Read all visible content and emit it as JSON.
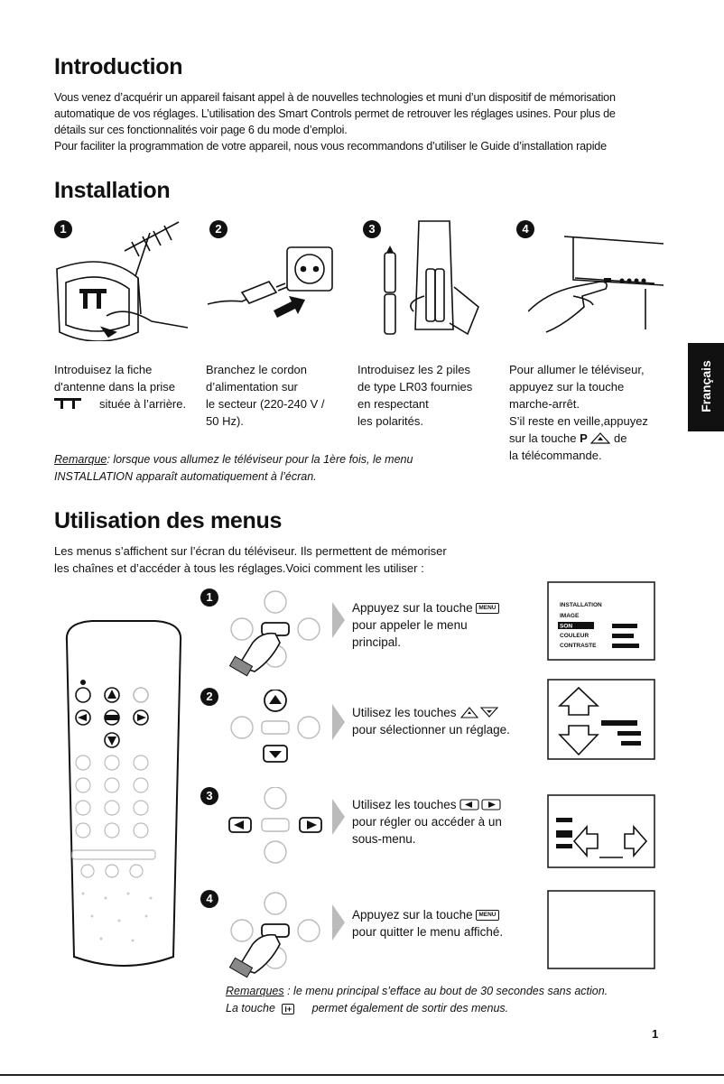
{
  "introduction": {
    "heading": "Introduction",
    "lines": [
      "Vous venez d’acquérir un appareil faisant appel à de nouvelles technologies et muni d’un dispositif de mémorisation",
      "automatique de vos réglages. L’utilisation des Smart Controls permet de retrouver les réglages usines. Pour plus de",
      "détails sur ces fonctionnalités voir page 6 du mode d’emploi.",
      "Pour faciliter la programmation de votre appareil, nous vous recommandons d’utiliser le Guide d’installation rapide"
    ]
  },
  "installation": {
    "heading": "Installation",
    "steps": [
      {
        "num": "1",
        "lines": [
          "Introduisez la fiche",
          "d'antenne dans la prise",
          "située à l’arrière."
        ]
      },
      {
        "num": "2",
        "lines": [
          "Branchez le cordon",
          "d’alimentation sur",
          "le secteur (220-240 V /",
          "50 Hz)."
        ]
      },
      {
        "num": "3",
        "lines": [
          "Introduisez les 2 piles",
          "de type LR03 fournies",
          "en respectant",
          "les polarités."
        ]
      },
      {
        "num": "4",
        "lines": [
          "Pour allumer le téléviseur,",
          "appuyez sur la touche",
          "marche-arrêt.",
          "S’il reste en veille,appuyez",
          "sur la touche",
          "de",
          "la télécommande."
        ],
        "key_p": "P"
      }
    ],
    "note_label": "Remarque",
    "note_line1": ": lorsque vous allumez le téléviseur pour la 1ère fois, le menu",
    "note_line2": "INSTALLATION apparaît automatiquement à l’écran."
  },
  "menus": {
    "heading": "Utilisation des menus",
    "intro_line1": "Les menus s’affichent sur l’écran du téléviseur. Ils permettent de mémoriser",
    "intro_line2": "les chaînes et d’accéder à tous les réglages.Voici comment les utiliser :",
    "menu_key": "MENU",
    "steps": [
      {
        "num": "1",
        "lines": [
          "Appuyez sur la touche",
          "pour appeler le menu",
          "principal."
        ]
      },
      {
        "num": "2",
        "lines": [
          "Utilisez les touches",
          "pour sélectionner un réglage."
        ]
      },
      {
        "num": "3",
        "lines": [
          "Utilisez les touches",
          "pour régler ou accéder à un",
          "sous-menu."
        ]
      },
      {
        "num": "4",
        "lines": [
          "Appuyez sur la touche",
          "pour quitter le menu affiché."
        ]
      }
    ],
    "screen_items": [
      "INSTALLATION",
      "IMAGE",
      "SON",
      "COULEUR",
      "CONTRASTE"
    ],
    "remarks_label": "Remarques",
    "remarks_line1": " : le menu principal s’efface au bout de 30 secondes sans action.",
    "remarks_line2_a": "La touche",
    "remarks_line2_b": "permet également de sortir des menus.",
    "remarks_key": "i+"
  },
  "side_tab": "Français",
  "page_number": "1"
}
